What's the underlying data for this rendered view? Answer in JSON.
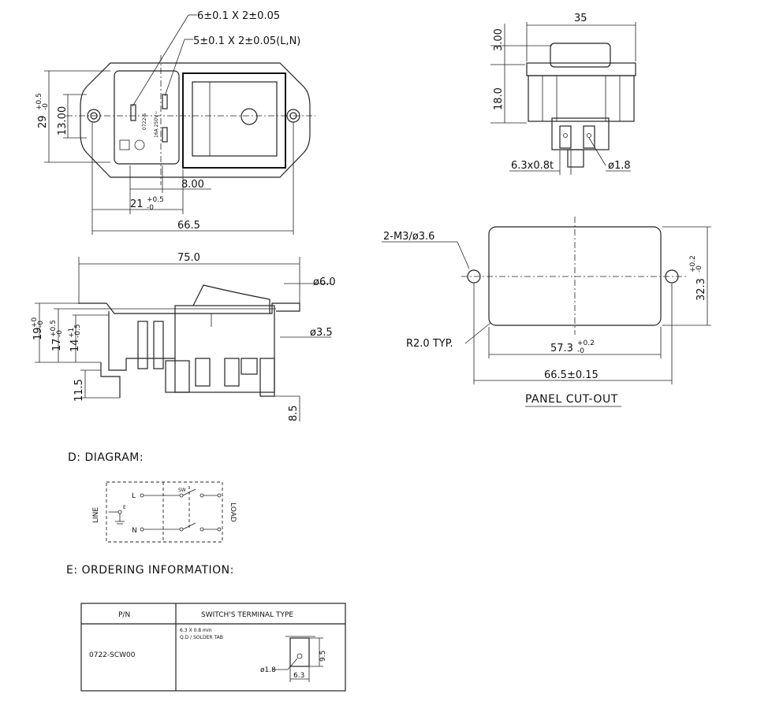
{
  "front_view": {
    "callout_pin_tab": "6±0.1 X 2±0.05",
    "callout_ln_tab": "5±0.1 X 2±0.05(L,N)",
    "height_label": "29",
    "height_tol_upper": "+0.5",
    "height_tol_lower": "-0",
    "hole_spacing_label": "13.00",
    "offset_8": "8.00",
    "offset_21": "21",
    "offset_21_tol_upper": "+0.5",
    "offset_21_tol_lower": "-0",
    "width_label": "66.5",
    "part_number": "0722-S",
    "rating": "16A 250V~"
  },
  "top_view": {
    "width_label": "35",
    "cap_height": "3.00",
    "body_height": "18.0",
    "tab_label": "6.3x0.8t",
    "hole_label": "ø1.8"
  },
  "side_view": {
    "length_label": "75.0",
    "dia_6": "ø6.0",
    "dia_3_5": "ø3.5",
    "h19": "19",
    "h19_tol_upper": "+0",
    "h19_tol_lower": "-0",
    "h17": "17",
    "h17_tol_upper": "+0.5",
    "h17_tol_lower": "-0",
    "h14": "14",
    "h14_tol_upper": "+1",
    "h14_tol_lower": "-0.5",
    "h11_5": "11.5",
    "h8_5": "8.5"
  },
  "panel_cutout": {
    "holes_label": "2-M3/ø3.6",
    "height_label": "32.3",
    "height_tol_upper": "+0.2",
    "height_tol_lower": "-0",
    "radius_label": "R2.0 TYP.",
    "width_label": "57.3",
    "width_tol_upper": "+0.2",
    "width_tol_lower": "-0",
    "overall_label": "66.5±0.15",
    "caption": "PANEL CUT-OUT"
  },
  "diagram": {
    "heading": "D: DIAGRAM:",
    "line_label": "LINE",
    "load_label": "LOAD",
    "sw_label": "SW",
    "l_label": "L",
    "n_label": "N",
    "e_label": "E"
  },
  "ordering": {
    "heading": "E: ORDERING INFORMATION:",
    "col_pn": "P/N",
    "col_terminal": "SWITCH'S TERMINAL TYPE",
    "part_number": "0722-SCW00",
    "terminal_line1": "6.3 X 0.8 mm",
    "terminal_line2": "Q.D / SOLDER TAB",
    "tab_hole": "ø1.8",
    "tab_height": "9.5",
    "tab_width": "6.3"
  }
}
